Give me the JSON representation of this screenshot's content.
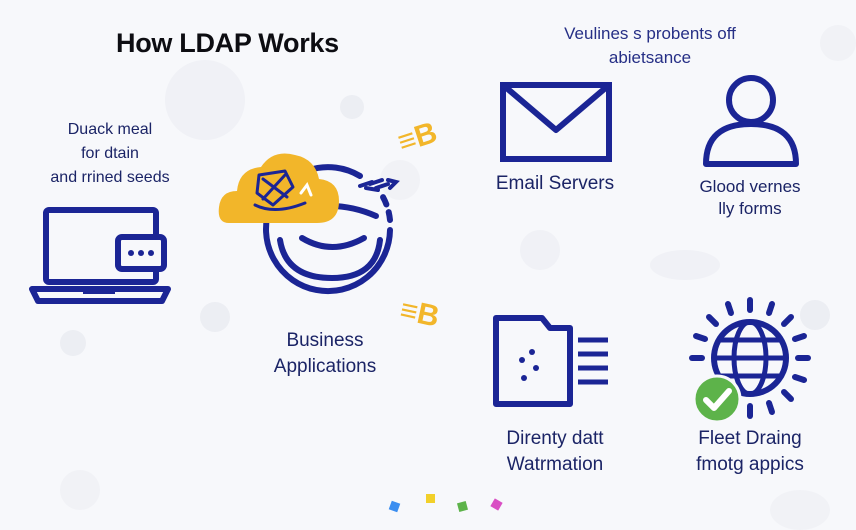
{
  "title": "How LDAP Works",
  "subtitle": [
    "Veulines s probents off",
    "abietsance"
  ],
  "left_text": [
    "Duack meal",
    "for dtain",
    "and rrined seeds"
  ],
  "center": {
    "label": [
      "Business",
      "Applications"
    ]
  },
  "email": {
    "label": "Email Servers"
  },
  "users": {
    "label": [
      "Glood vernes",
      "lly forms"
    ]
  },
  "directory": {
    "label": [
      "Direnty datt",
      "Watrmation"
    ]
  },
  "fleet": {
    "label": [
      "Fleet Draing",
      "fmotg appics"
    ]
  },
  "arrow_marks": {
    "top": "≡B",
    "bottom": "≡B"
  },
  "colors": {
    "navy": "#1b2595",
    "gold": "#f2b62a",
    "green": "#5db34a",
    "text": "#1b2466"
  },
  "icons": [
    "laptop-icon",
    "cloud-icon",
    "server-hub-icon",
    "envelope-icon",
    "user-icon",
    "folder-icon",
    "globe-icon",
    "check-icon"
  ]
}
